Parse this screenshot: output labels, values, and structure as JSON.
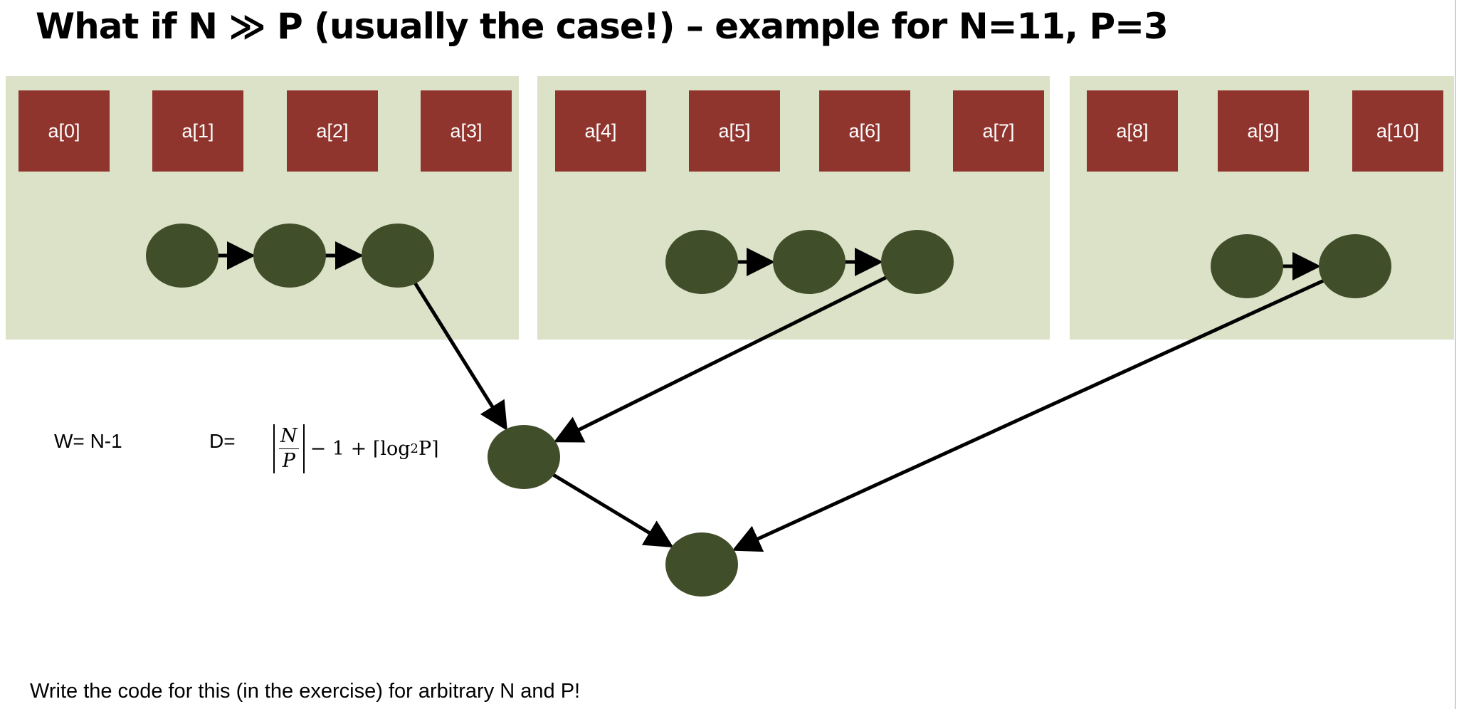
{
  "title": "What if N ≫ P (usually the case!) – example for N=11, P=3",
  "colors": {
    "panel_bg": "#dbe2c8",
    "cell_bg": "#8f352e",
    "node_fill": "#414e2a",
    "arrow": "#000000"
  },
  "panels": [
    {
      "cells": [
        "a[0]",
        "a[1]",
        "a[2]",
        "a[3]"
      ]
    },
    {
      "cells": [
        "a[4]",
        "a[5]",
        "a[6]",
        "a[7]"
      ]
    },
    {
      "cells": [
        "a[8]",
        "a[9]",
        "a[10]"
      ]
    }
  ],
  "formulas": {
    "w_label": "W=",
    "w_value": "N-1",
    "d_label": "D=",
    "d_numerator": "N",
    "d_denominator": "P",
    "d_rest": "− 1  + ⌈log",
    "d_sub": "2",
    "d_tail": "P⌉"
  },
  "footer": "Write the code for this (in the exercise) for arbitrary N and P!"
}
